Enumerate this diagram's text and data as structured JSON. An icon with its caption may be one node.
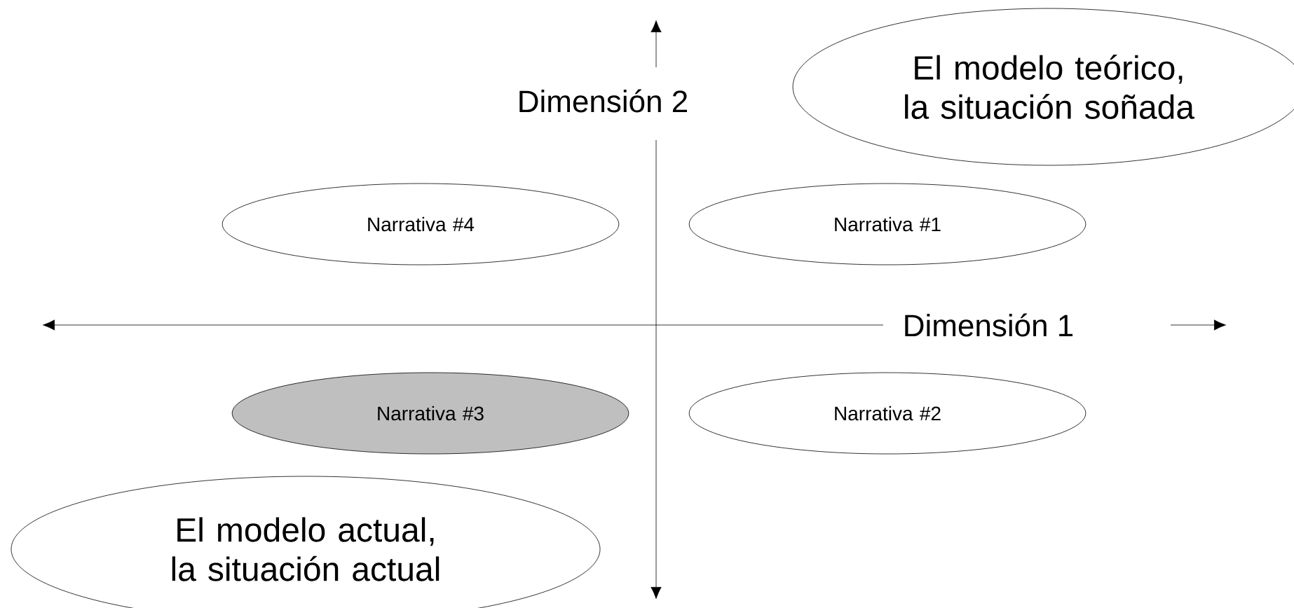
{
  "diagram": {
    "nodes": [
      {
        "text": [
          "El modelo teórico, la situación soñada"
        ]
      },
      {
        "text": [
          "Narrativa #4"
        ]
      },
      {
        "text": [
          "Narrativa #1"
        ]
      },
      {
        "text": [
          "Narrativa #3"
        ]
      },
      {
        "text": [
          "Narrativa #2"
        ]
      },
      {
        "text": [
          "El modelo actual, la situación actual"
        ]
      }
    ],
    "edges": [],
    "labels": [
      "Dimensión 2",
      "Dimensión 1"
    ]
  }
}
